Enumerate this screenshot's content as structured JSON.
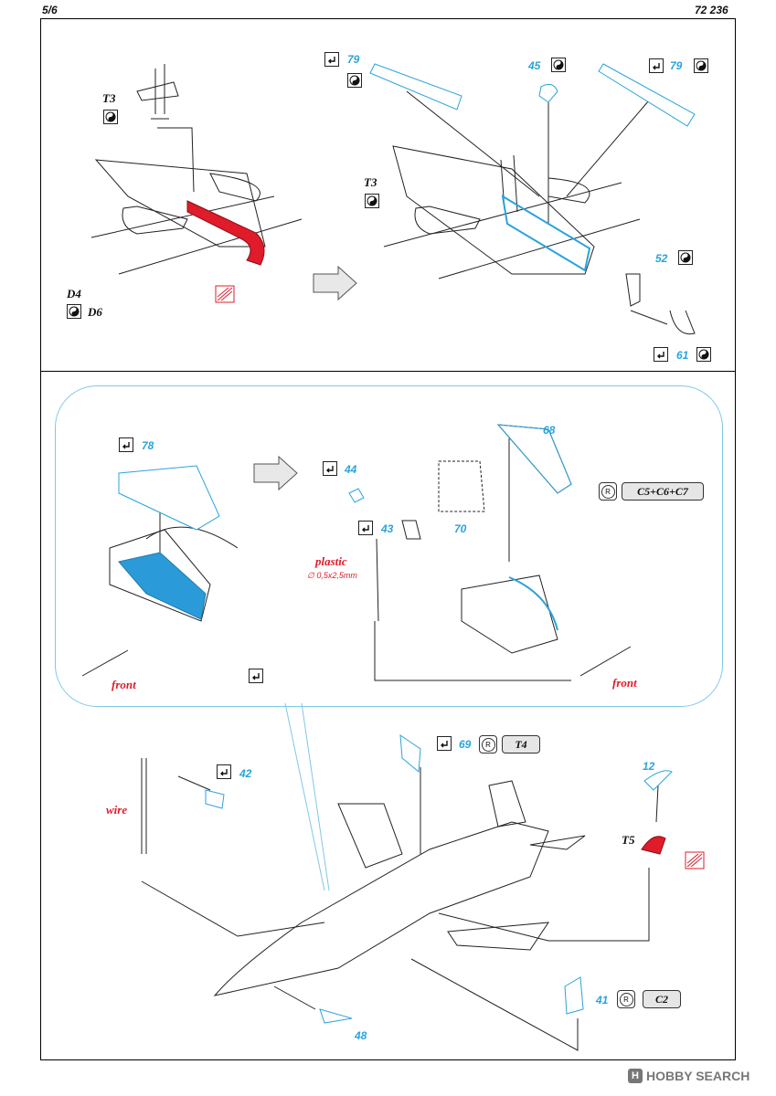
{
  "header": {
    "page": "5/6",
    "code": "72 236"
  },
  "top_panel": {
    "left": {
      "t3": "T3",
      "d4": "D4",
      "d6": "D6"
    },
    "right": {
      "p79a": "79",
      "p45": "45",
      "p79b": "79",
      "t3": "T3",
      "p52": "52",
      "p61": "61"
    }
  },
  "middle_panel": {
    "p78": "78",
    "p44": "44",
    "p68": "68",
    "p43": "43",
    "p70": "70",
    "plastic": "plastic",
    "plastic_size": "∅ 0,5x2,5mm",
    "ref": "C5+C6+C7",
    "front_left": "front",
    "front_right": "front"
  },
  "bottom_panel": {
    "p69": "69",
    "t4": "T4",
    "p42": "42",
    "wire": "wire",
    "p12": "12",
    "t5": "T5",
    "p41": "41",
    "c2": "C2",
    "p48": "48"
  },
  "watermark": {
    "logo": "H",
    "text": "HOBBY SEARCH"
  },
  "colors": {
    "accent_blue": "#2aa3dc",
    "part_red": "#e01b2a",
    "fill_blue": "#2a9bd8"
  },
  "icons": [
    "fold-icon",
    "yin-yang-icon",
    "remove-icon",
    "paint-hatch-icon",
    "arrow-next-icon"
  ]
}
